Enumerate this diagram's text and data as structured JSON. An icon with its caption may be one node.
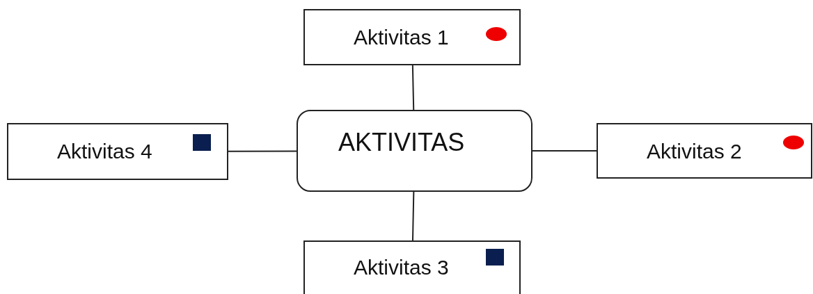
{
  "diagram": {
    "nodes": [
      {
        "text": [
          "Aktivitas 1"
        ]
      },
      {
        "text": [
          "Aktivitas 4"
        ]
      },
      {
        "text": [
          "AKTIVITAS"
        ]
      },
      {
        "text": [
          "Aktivitas 2"
        ]
      },
      {
        "text": [
          "Aktivitas 3"
        ]
      }
    ],
    "edges": [
      {
        "from": 2,
        "to": 0,
        "arrow": "none"
      },
      {
        "from": 2,
        "to": 1,
        "arrow": "none"
      },
      {
        "from": 2,
        "to": 3,
        "arrow": "none"
      },
      {
        "from": 2,
        "to": 4,
        "arrow": "none"
      }
    ]
  }
}
